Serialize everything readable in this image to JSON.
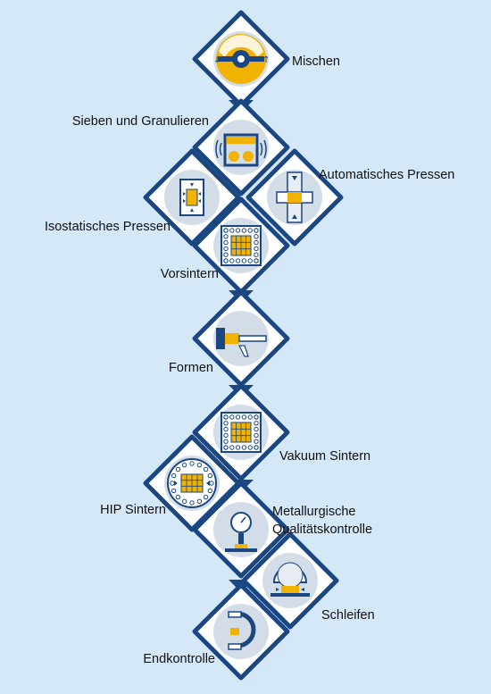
{
  "colors": {
    "background": "#d5e8f8",
    "tile_border": "#1a4782",
    "tile_fill": "#ffffff",
    "icon_bg": "#d3dde7",
    "accent": "#f2b300",
    "dark": "#1a4782"
  },
  "steps": [
    {
      "id": "mischen",
      "label": "Mischen",
      "icon": "mixer-icon"
    },
    {
      "id": "sieben",
      "label": "Sieben und Granulieren",
      "icon": "sieve-icon"
    },
    {
      "id": "iso",
      "label": "Isostatisches Pressen",
      "icon": "isostatic-press-icon"
    },
    {
      "id": "auto",
      "label": "Automatisches Pressen",
      "icon": "automatic-press-icon"
    },
    {
      "id": "vorsintern",
      "label": "Vorsintern",
      "icon": "presinter-furnace-icon"
    },
    {
      "id": "formen",
      "label": "Formen",
      "icon": "lathe-shaping-icon"
    },
    {
      "id": "vakuum",
      "label": "Vakuum Sintern",
      "icon": "vacuum-furnace-icon"
    },
    {
      "id": "hip",
      "label": "HIP Sintern",
      "icon": "hip-furnace-icon"
    },
    {
      "id": "metall",
      "label": "Metallurgische\nQualitätskontrolle",
      "icon": "quality-gauge-icon"
    },
    {
      "id": "schleifen",
      "label": "Schleifen",
      "icon": "grinding-wheel-icon"
    },
    {
      "id": "endkontrolle",
      "label": "Endkontrolle",
      "icon": "micrometer-icon"
    }
  ]
}
